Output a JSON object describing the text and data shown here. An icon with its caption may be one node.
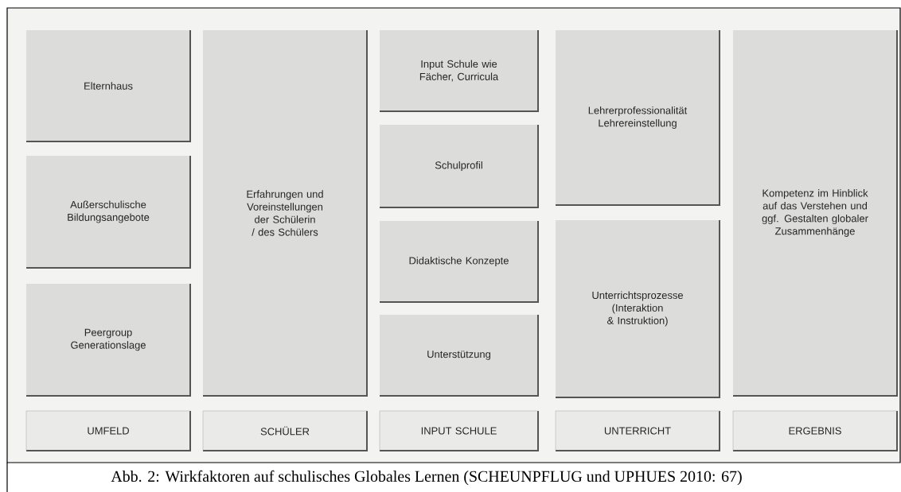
{
  "diagram": {
    "caption": "Abb. 2: Wirkfaktoren auf schulisches Globales Lernen (SCHEUNPFLUG und UPHUES 2010: 67)",
    "nodes": [
      {
        "text": [
          "Elternhaus"
        ]
      },
      {
        "text": [
          "Außerschulische Bildungsangebote"
        ]
      },
      {
        "text": [
          "Peergroup Generationslage"
        ]
      },
      {
        "text": [
          "Erfahrungen und Voreinstellungen der Schülerin / des Schülers"
        ]
      },
      {
        "text": [
          "Input Schule wie Fächer, Curricula"
        ]
      },
      {
        "text": [
          "Schulprofil"
        ]
      },
      {
        "text": [
          "Didaktische Konzepte"
        ]
      },
      {
        "text": [
          "Unterstützung"
        ]
      },
      {
        "text": [
          "Lehrerprofessionalität Lehrereinstellung"
        ]
      },
      {
        "text": [
          "Unterrichtsprozesse (Interaktion & Instruktion)"
        ]
      },
      {
        "text": [
          "Kompetenz im Hinblick auf das Verstehen und ggf. Gestalten globaler Zusammenhänge"
        ]
      },
      {
        "text": [
          "UMFELD"
        ]
      },
      {
        "text": [
          "SCHÜLER"
        ]
      },
      {
        "text": [
          "INPUT SCHULE"
        ]
      },
      {
        "text": [
          "UNTERRICHT"
        ]
      },
      {
        "text": [
          "ERGEBNIS"
        ]
      }
    ]
  }
}
